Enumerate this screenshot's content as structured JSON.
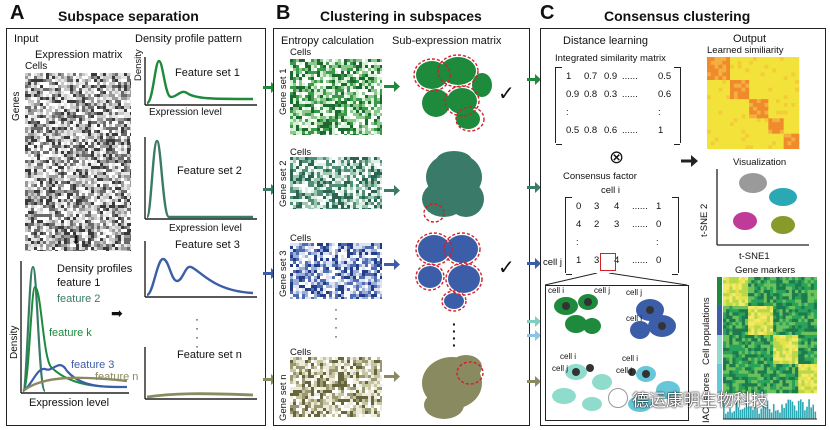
{
  "panelA": {
    "letter": "A",
    "title": "Subspace separation",
    "input_label": "Input",
    "density_pattern_label": "Density profile pattern",
    "expr_matrix_label": "Expression matrix",
    "cells_label": "Cells",
    "genes_label": "Genes",
    "density_axis": "Density",
    "expr_level_axis": "Expression level",
    "feature_sets": [
      "Feature set 1",
      "Feature set 2",
      "Feature set 3",
      "Feature set n"
    ],
    "density_profiles_label": "Density profiles",
    "feature_labels": [
      "feature 1",
      "feature 2",
      "feature k",
      "feature 3",
      "feature n"
    ],
    "dots": "·\n·\n·\n·"
  },
  "panelB": {
    "letter": "B",
    "title": "Clustering in subspaces",
    "entropy_label": "Entropy calculation",
    "subexpr_label": "Sub-expression matrix",
    "cells_label": "Cells",
    "gene_sets": [
      "Gene set 1",
      "Gene set 2",
      "Gene set 3",
      "Gene set n"
    ],
    "check": "✓"
  },
  "panelC": {
    "letter": "C",
    "title": "Consensus clustering",
    "distance_label": "Distance learning",
    "output_label": "Output",
    "integrated_label": "Integrated similarity matrix",
    "learned_label": "Learned similiarity",
    "matrix_rows": [
      [
        "1",
        "0.7",
        "0.9",
        "......",
        "0.5"
      ],
      [
        "0.9",
        "0.8",
        "0.3",
        "......",
        "0.6"
      ],
      [
        ":",
        "",
        "",
        "",
        ":"
      ],
      [
        "0.5",
        "0.8",
        "0.6",
        "......",
        "1"
      ]
    ],
    "otimes": "⊗",
    "consensus_label": "Consensus factor",
    "cell_i": "cell i",
    "cell_j": "cell j",
    "factor_rows": [
      [
        "0",
        "3",
        "4",
        "......",
        "1"
      ],
      [
        "4",
        "2",
        "3",
        "......",
        "0"
      ],
      [
        ":",
        "",
        "",
        "",
        ":"
      ],
      [
        "1",
        "3",
        "4",
        "......",
        "0"
      ]
    ],
    "visualization_label": "Visualization",
    "tsne1": "t-SNE1",
    "tsne2": "t-SNE 2",
    "gene_markers": "Gene markers",
    "cell_populations": "Cell populations",
    "iac_label": "IAC",
    "scores_label": "scores",
    "watermark": "德运康明生物科技",
    "cell_inset_labels": [
      "cell i",
      "cell j",
      "cell j",
      "cell i",
      "cell i",
      "cell j",
      "cell i",
      "cell j"
    ]
  },
  "colors": {
    "green": "#1d8a3c",
    "teal": "#3a7a68",
    "blue": "#3c5ea8",
    "olive": "#8a8a60",
    "red_dash": "#d0202a",
    "heat_yellow": "#f2e23a",
    "heat_orange": "#f08a2a"
  }
}
